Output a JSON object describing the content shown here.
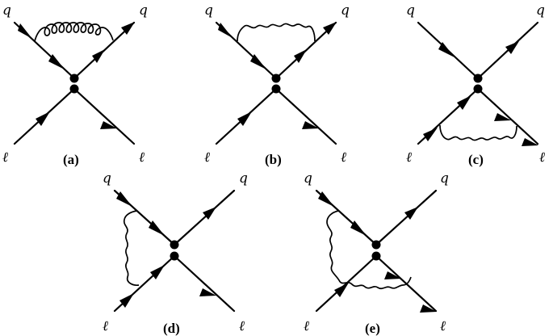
{
  "diagrams": {
    "a": {
      "caption": "(a)",
      "top_left": "q",
      "top_right": "q",
      "bottom_left": "ℓ",
      "bottom_right": "ℓ",
      "loop": "gluon"
    },
    "b": {
      "caption": "(b)",
      "top_left": "q",
      "top_right": "q",
      "bottom_left": "ℓ",
      "bottom_right": "ℓ",
      "loop": "photon"
    },
    "c": {
      "caption": "(c)",
      "top_left": "q",
      "top_right": "q",
      "bottom_left": "ℓ",
      "bottom_right": "ℓ",
      "loop": "photon"
    },
    "d": {
      "caption": "(d)",
      "top_left": "q",
      "top_right": "q",
      "bottom_left": "ℓ",
      "bottom_right": "ℓ",
      "loop": "photon"
    },
    "e": {
      "caption": "(e)",
      "top_left": "q",
      "top_right": "q",
      "bottom_left": "ℓ",
      "bottom_right": "ℓ",
      "loop": "photon"
    }
  },
  "colors": {
    "ink": "#000000",
    "background": "#ffffff"
  }
}
